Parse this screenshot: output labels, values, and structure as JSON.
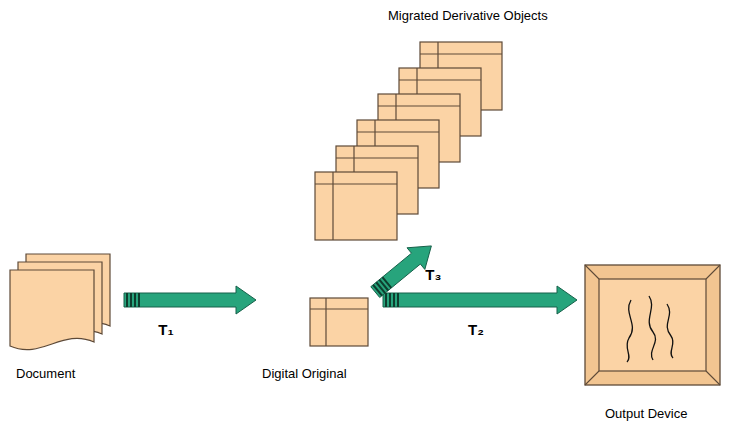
{
  "diagram": {
    "nodes": [
      {
        "text": [
          "Migrated Derivative Objects"
        ]
      },
      {
        "text": [
          "Document"
        ]
      },
      {
        "text": [
          "Digital Original"
        ]
      },
      {
        "text": [
          "Output Device"
        ]
      }
    ],
    "edges": [
      {
        "from": 1,
        "to": 2,
        "arrow": "to",
        "label": "T₁"
      },
      {
        "from": 2,
        "to": 3,
        "arrow": "to",
        "label": "T₂"
      },
      {
        "from": 2,
        "to": 0,
        "arrow": "to",
        "label": "T₃"
      }
    ]
  }
}
